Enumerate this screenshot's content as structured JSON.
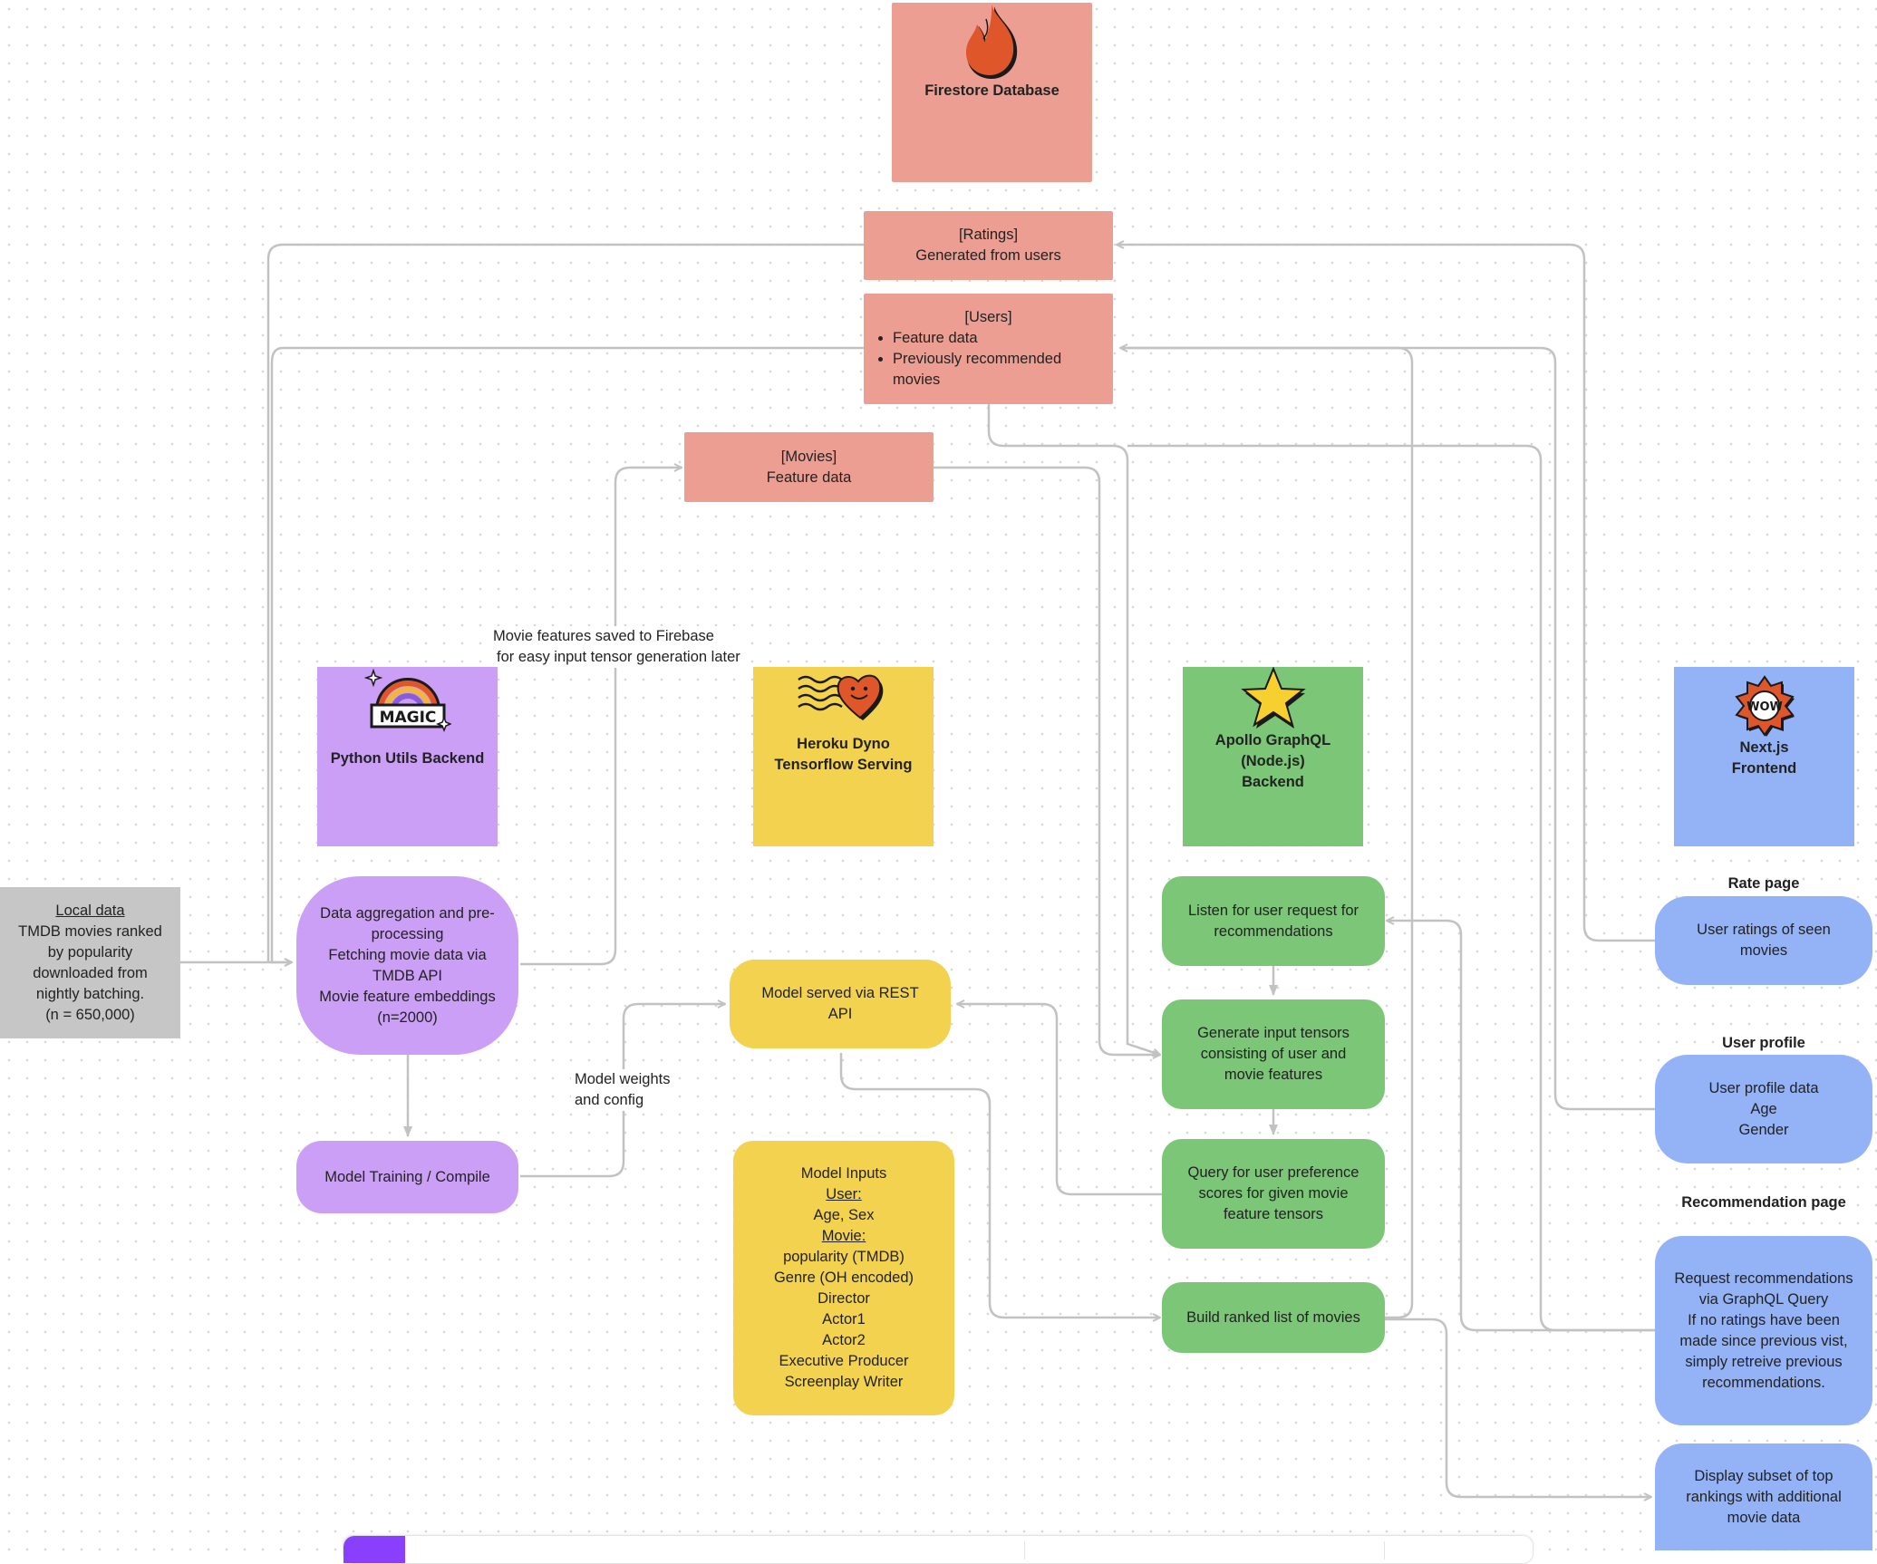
{
  "firestore": {
    "title": "Firestore Database",
    "icon": "flame-icon"
  },
  "ratings": {
    "line1": "[Ratings]",
    "line2": "Generated from users"
  },
  "users": {
    "title": "[Users]",
    "bullets": [
      "Feature data",
      "Previously recommended movies"
    ]
  },
  "movies": {
    "line1": "[Movies]",
    "line2": "Feature data"
  },
  "python_backend": {
    "title": "Python Utils Backend",
    "icon": "magic-rainbow-icon",
    "icon_text": "MAGIC"
  },
  "heroku": {
    "line1": "Heroku Dyno",
    "line2": "Tensorflow Serving",
    "icon": "heart-stamp-icon"
  },
  "apollo": {
    "line1": "Apollo GraphQL",
    "line2": "(Node.js)",
    "line3": "Backend",
    "icon": "star-icon"
  },
  "nextjs": {
    "line1": "Next.js",
    "line2": "Frontend",
    "icon": "wow-badge-icon",
    "icon_text": "WOW"
  },
  "local_data": {
    "title": "Local data",
    "lines": [
      "TMDB movies ranked",
      "by popularity",
      "downloaded from",
      "nightly batching.",
      "(n = 650,000)"
    ]
  },
  "aggregation": {
    "lines": [
      "Data aggregation and pre-processing",
      "Fetching movie data via TMDB API",
      "Movie feature embeddings (n=2000)"
    ]
  },
  "training": {
    "label": "Model Training / Compile"
  },
  "rest_api": {
    "label": "Model served via REST API"
  },
  "model_inputs": {
    "title": "Model Inputs",
    "user_heading": "User:",
    "user_fields": [
      "Age, Sex"
    ],
    "movie_heading": "Movie:",
    "movie_fields": [
      "popularity (TMDB)",
      "Genre (OH encoded)",
      "Director",
      "Actor1",
      "Actor2",
      "Executive Producer",
      "Screenplay Writer"
    ]
  },
  "apollo_steps": {
    "listen": "Listen for user request for recommendations",
    "generate": "Generate input tensors consisting of user and movie features",
    "query": "Query for user preference scores for given movie feature tensors",
    "build": "Build ranked list of movies"
  },
  "notes": {
    "firebase_line1": "Movie features saved to Firebase",
    "firebase_line2": "for easy input tensor generation later",
    "weights_line1": "Model weights",
    "weights_line2": "and config"
  },
  "frontend": {
    "rate_heading": "Rate page",
    "rate_box": "User ratings of seen movies",
    "profile_heading": "User profile",
    "profile_lines": [
      "User profile data",
      "Age",
      "Gender"
    ],
    "rec_heading": "Recommendation page",
    "rec_box": "Request recommendations via GraphQL Query\nIf no ratings have been made since previous vist, simply retreive previous recommendations.",
    "display_box": "Display subset of top rankings with additional movie data"
  },
  "colors": {
    "firestore_pink": "#ec9e93",
    "python_purple": "#cc9ff7",
    "heroku_yellow": "#f3d24f",
    "apollo_green": "#7bc677",
    "nextjs_blue": "#94b3f6",
    "local_grey": "#c6c6c6",
    "connector": "#c2c2c2"
  }
}
